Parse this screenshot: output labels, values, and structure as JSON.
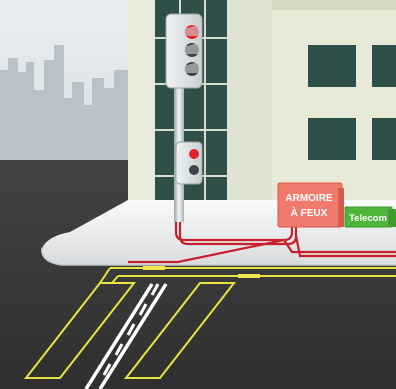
{
  "scene": {
    "colors": {
      "sky": "#dfe6ea",
      "city_silhouette": "#b9c2c8",
      "road": "#3b3b3b",
      "sidewalk": "#f3f4f5",
      "building": "#e6ead8",
      "window_dark": "#2f4f49",
      "cable": "#c8202a",
      "signal_red": "#e0242e",
      "armoire": "#f07b6c",
      "telecom": "#4fb63c",
      "loop_detector": "#e8e341",
      "lane_marking": "#ffffff"
    },
    "icons": {
      "traffic_light_main": "traffic-light-icon",
      "traffic_light_pedestrian": "pedestrian-signal-icon"
    }
  },
  "labels": {
    "armoire_line1": "ARMOIRE",
    "armoire_line2": "À FEUX",
    "telecom": "Telecom"
  }
}
